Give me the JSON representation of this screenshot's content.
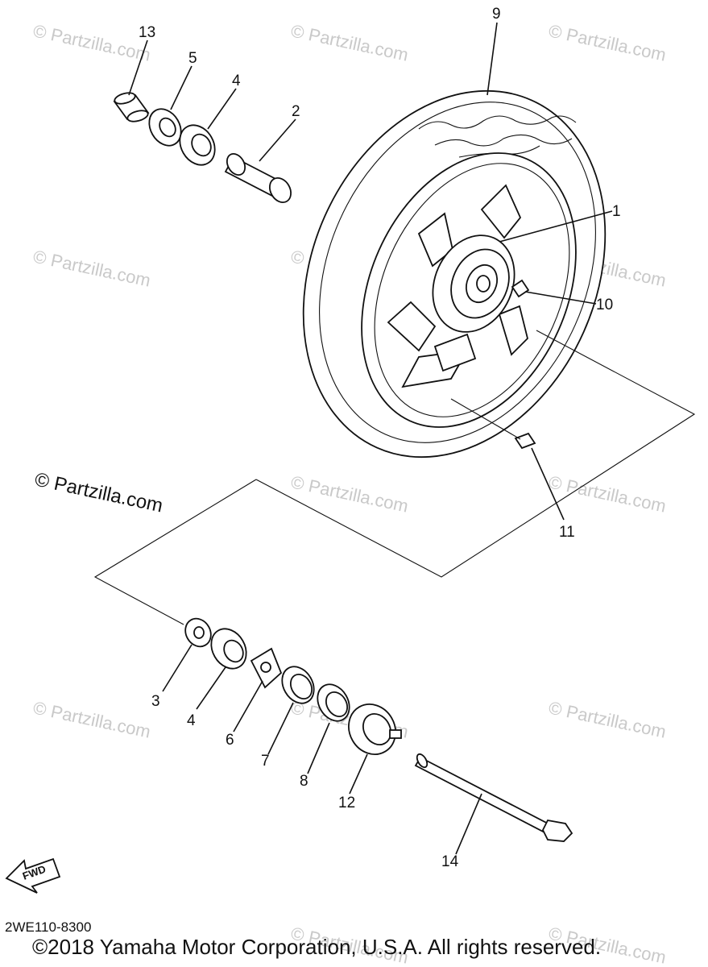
{
  "watermark": {
    "text": "© Partzilla.com",
    "prominent": "© Partzilla.com"
  },
  "diagram_code": "2WE110-8300",
  "copyright": "©2018 Yamaha Motor Corporation, U.S.A. All rights reserved.",
  "fwd_arrow": "FWD",
  "parts": {
    "p1": "1",
    "p2": "2",
    "p3": "3",
    "p4a": "4",
    "p4b": "4",
    "p5": "5",
    "p6": "6",
    "p7": "7",
    "p8": "8",
    "p9": "9",
    "p10": "10",
    "p11": "11",
    "p12": "12",
    "p13": "13",
    "p14": "14"
  }
}
